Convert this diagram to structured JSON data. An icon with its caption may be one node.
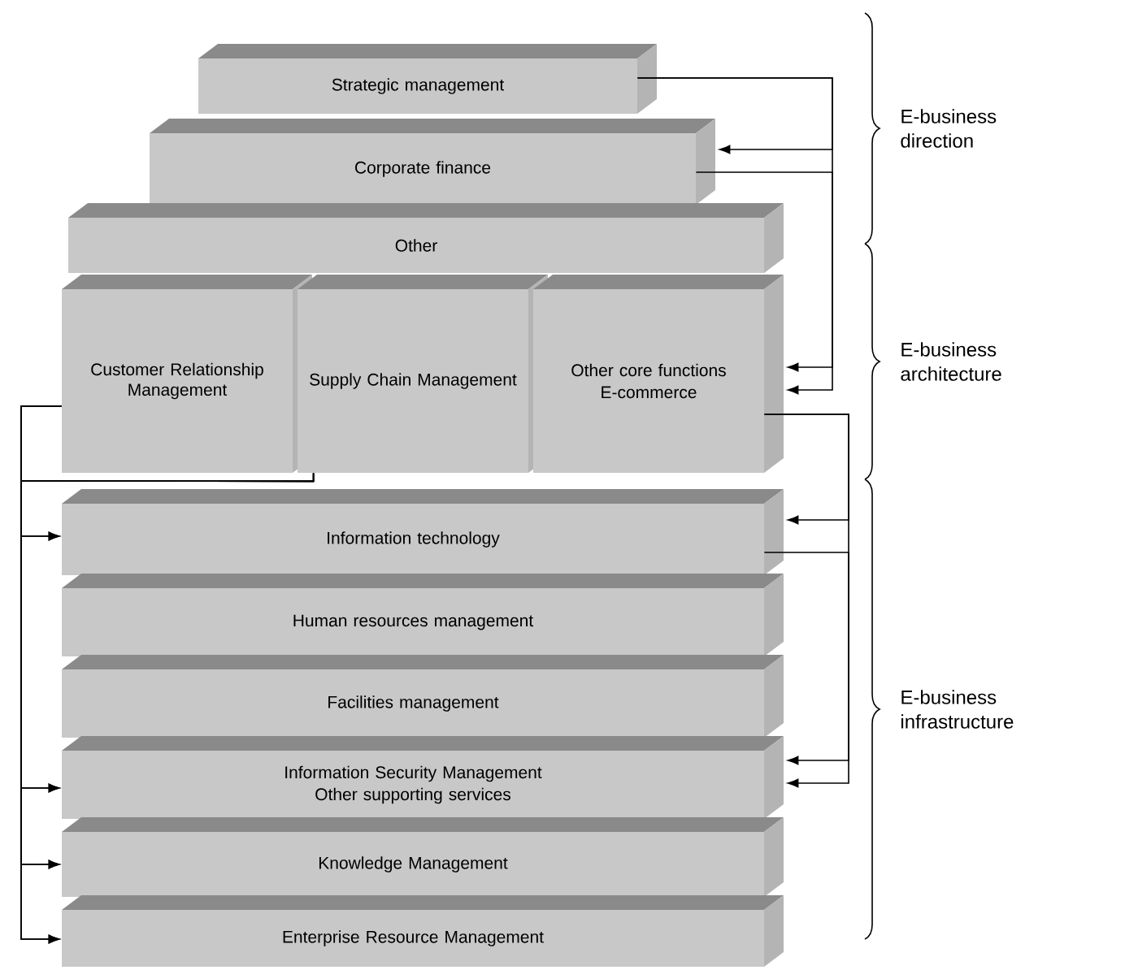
{
  "diagram": {
    "nodes": [
      {
        "text": [
          "Strategic management"
        ]
      },
      {
        "text": [
          "Corporate finance"
        ]
      },
      {
        "text": [
          "Other"
        ]
      },
      {
        "text": [
          "Customer Relationship Management"
        ]
      },
      {
        "text": [
          "Supply Chain Management"
        ]
      },
      {
        "text": [
          "Other core functions",
          "E-commerce"
        ]
      },
      {
        "text": [
          "Information technology"
        ]
      },
      {
        "text": [
          "Human resources management"
        ]
      },
      {
        "text": [
          "Facilities management"
        ]
      },
      {
        "text": [
          "Information Security Management",
          "Other supporting services"
        ]
      },
      {
        "text": [
          "Knowledge Management"
        ]
      },
      {
        "text": [
          "Enterprise Resource Management"
        ]
      }
    ],
    "edges": [
      {
        "from": 0,
        "to": 1,
        "arrow": "to"
      },
      {
        "from": 0,
        "to": 5,
        "arrow": "to"
      },
      {
        "from": 1,
        "to": 5,
        "arrow": "to"
      },
      {
        "from": 5,
        "to": 6,
        "arrow": "to"
      },
      {
        "from": 5,
        "to": 9,
        "arrow": "to"
      },
      {
        "from": 6,
        "to": 9,
        "arrow": "to"
      },
      {
        "from": 3,
        "to": 6,
        "arrow": "to"
      },
      {
        "from": 3,
        "to": 9,
        "arrow": "to"
      },
      {
        "from": 3,
        "to": 10,
        "arrow": "to"
      },
      {
        "from": 3,
        "to": 11,
        "arrow": "to"
      },
      {
        "from": 4,
        "to": 6,
        "arrow": "to"
      },
      {
        "from": 4,
        "to": 9,
        "arrow": "to"
      },
      {
        "from": 4,
        "to": 10,
        "arrow": "to"
      },
      {
        "from": 4,
        "to": 11,
        "arrow": "to"
      }
    ],
    "labels": [
      "E-business direction",
      "E-business architecture",
      "E-business infrastructure"
    ]
  }
}
